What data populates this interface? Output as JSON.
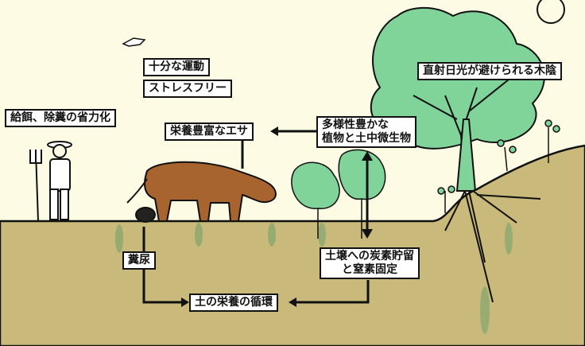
{
  "labels": {
    "exercise": "十分な運動",
    "stress_free": "ストレスフリー",
    "labor_saving": "給餌、除糞の省力化",
    "nutritious_feed": "栄養豊富なエサ",
    "biodiversity_line1": "多様性豊かな",
    "biodiversity_line2": "植物と土中微生物",
    "shade": "直射日光が避けられる木陰",
    "manure": "糞尿",
    "carbon_line1": "土壌への炭素貯留",
    "carbon_line2": "と窒素固定",
    "nutrient_cycle": "土の栄養の循環"
  },
  "colors": {
    "background": "#fdfbe4",
    "soil": "#c9ba7b",
    "leaf": "#80d49a",
    "cow": "#a8642f"
  }
}
